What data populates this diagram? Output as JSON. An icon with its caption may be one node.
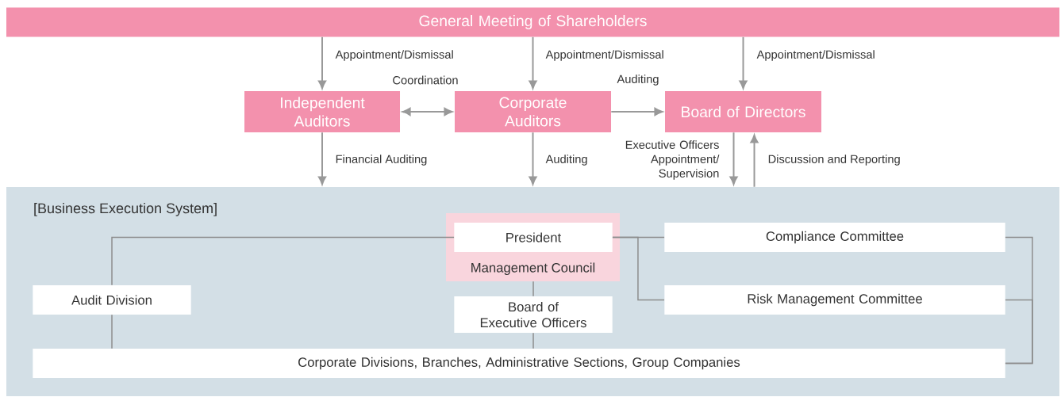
{
  "diagram": {
    "nodes": [
      {
        "text": [
          "General Meeting of Shareholders"
        ]
      },
      {
        "text": [
          "Independent Auditors"
        ]
      },
      {
        "text": [
          "Corporate Auditors"
        ]
      },
      {
        "text": [
          "Board of Directors"
        ]
      },
      {
        "text": [
          "[Business Execution System]"
        ]
      },
      {
        "text": [
          "Management Council"
        ],
        "in": 4
      },
      {
        "text": [
          "President"
        ],
        "in": 5
      },
      {
        "text": [
          "Compliance Committee"
        ],
        "in": 4
      },
      {
        "text": [
          "Audit Division"
        ],
        "in": 4
      },
      {
        "text": [
          "Risk Management Committee"
        ],
        "in": 4
      },
      {
        "text": [
          "Board of Executive Officers"
        ],
        "in": 4
      },
      {
        "text": [
          "Corporate Divisions, Branches, Administrative Sections, Group Companies"
        ],
        "in": 4
      }
    ],
    "edges": [
      {
        "from": 0,
        "to": 1,
        "arrow": "to",
        "label": "Appointment/Dismissal"
      },
      {
        "from": 0,
        "to": 2,
        "arrow": "to",
        "label": "Appointment/Dismissal"
      },
      {
        "from": 0,
        "to": 3,
        "arrow": "to",
        "label": "Appointment/Dismissal"
      },
      {
        "from": 1,
        "to": 2,
        "arrow": "both",
        "label": "Coordination"
      },
      {
        "from": 2,
        "to": 3,
        "arrow": "to",
        "label": "Auditing"
      },
      {
        "from": 1,
        "to": 4,
        "arrow": "to",
        "label": "Financial Auditing"
      },
      {
        "from": 2,
        "to": 4,
        "arrow": "to",
        "label": "Auditing"
      },
      {
        "from": 3,
        "to": 4,
        "arrow": "to",
        "label": "Executive Officers Appointment/ Supervision"
      },
      {
        "from": 4,
        "to": 3,
        "arrow": "to",
        "label": "Discussion and Reporting"
      },
      {
        "from": 6,
        "to": 8,
        "arrow": "none"
      },
      {
        "from": 8,
        "to": 11,
        "arrow": "none"
      },
      {
        "from": 6,
        "to": 7,
        "arrow": "none"
      },
      {
        "from": 6,
        "to": 9,
        "arrow": "none"
      },
      {
        "from": 5,
        "to": 10,
        "arrow": "none"
      },
      {
        "from": 10,
        "to": 11,
        "arrow": "none"
      },
      {
        "from": 7,
        "to": 11,
        "arrow": "none"
      },
      {
        "from": 9,
        "to": 11,
        "arrow": "none"
      }
    ]
  }
}
